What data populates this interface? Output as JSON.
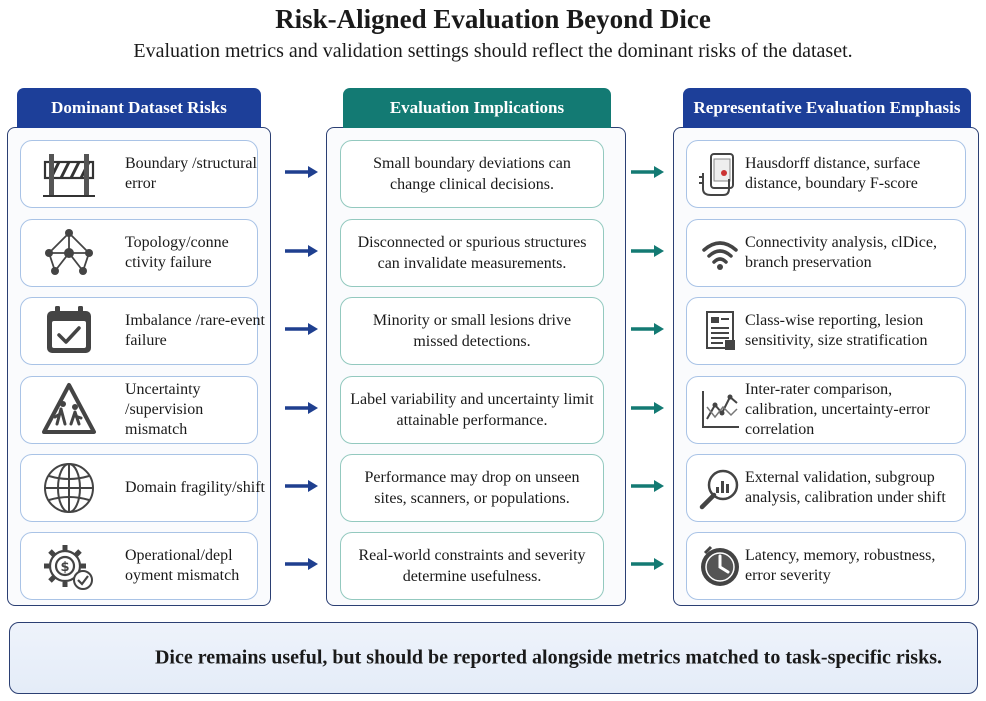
{
  "title": "Risk-Aligned Evaluation Beyond Dice",
  "subtitle": "Evaluation metrics and validation settings should reflect the dominant risks of the dataset.",
  "columns": {
    "risks": "Dominant Dataset Risks",
    "implications": "Evaluation Implications",
    "emphasis": "Representative Evaluation Emphasis"
  },
  "rows": [
    {
      "risk": "Boundary /structural error",
      "risk_icon": "barrier-icon",
      "implication": "Small boundary deviations can change clinical decisions.",
      "emphasis": "Hausdorff distance, surface distance, boundary F-score",
      "emphasis_icon": "hand-touch-icon"
    },
    {
      "risk": "Topology/conne ctivity failure",
      "risk_icon": "network-icon",
      "implication": "Disconnected or spurious structures can invalidate measurements.",
      "emphasis": "Connectivity analysis, clDice, branch preservation",
      "emphasis_icon": "wifi-icon"
    },
    {
      "risk": "Imbalance /rare-event failure",
      "risk_icon": "calendar-check-icon",
      "implication": "Minority or small lesions drive missed detections.",
      "emphasis": "Class-wise reporting, lesion sensitivity, size stratification",
      "emphasis_icon": "report-icon"
    },
    {
      "risk": "Uncertainty /supervision mismatch",
      "risk_icon": "warning-sign-icon",
      "implication": "Label variability and uncertainty limit attainable performance.",
      "emphasis": "Inter-rater comparison, calibration, uncertainty-error correlation",
      "emphasis_icon": "line-chart-icon"
    },
    {
      "risk": "Domain fragility/shift",
      "risk_icon": "globe-icon",
      "implication": "Performance may drop on unseen sites, scanners, or populations.",
      "emphasis": "External validation, subgroup analysis, calibration under shift",
      "emphasis_icon": "magnifier-chart-icon"
    },
    {
      "risk": "Operational/depl oyment mismatch",
      "risk_icon": "gear-dollar-icon",
      "implication": "Real-world constraints and severity determine usefulness.",
      "emphasis": "Latency, memory, robustness, error severity",
      "emphasis_icon": "clock-icon"
    }
  ],
  "footer": "Dice remains useful, but should be reported alongside metrics matched to task-specific risks.",
  "colors": {
    "navy": "#1d3f99",
    "teal": "#137a73",
    "arrow_navy": "#1f3f8f",
    "arrow_teal": "#137a73"
  }
}
